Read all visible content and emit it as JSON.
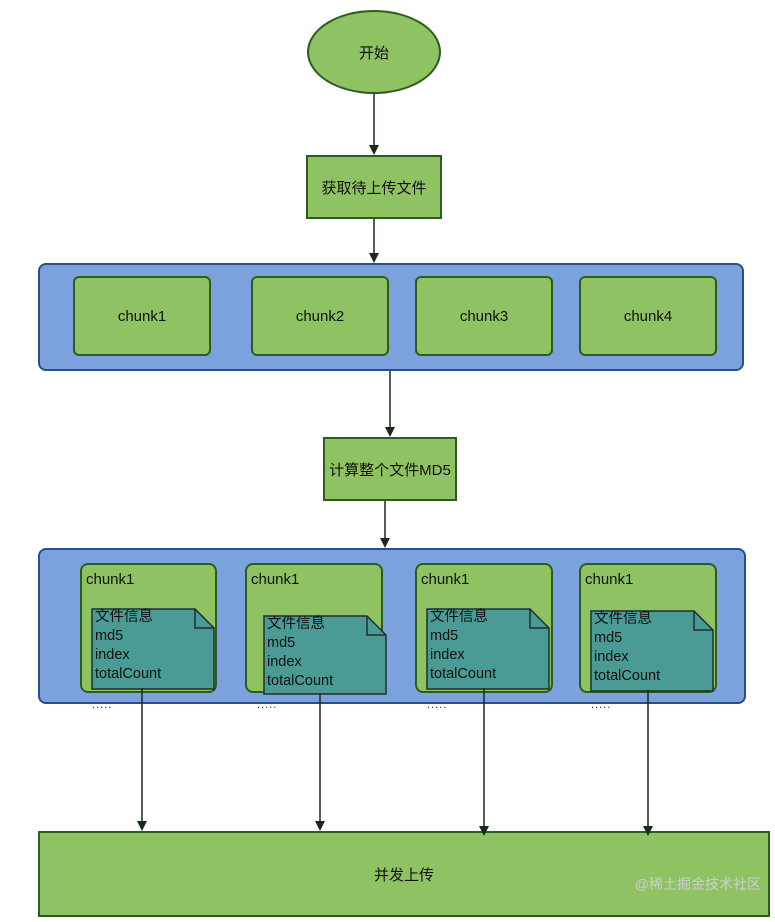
{
  "nodes": {
    "start": "开始",
    "get_file": "获取待上传文件",
    "chunks": [
      "chunk1",
      "chunk2",
      "chunk3",
      "chunk4"
    ],
    "compute_md5": "计算整个文件MD5",
    "annotated_chunks": [
      {
        "label": "chunk1",
        "info": [
          "文件信息",
          "md5",
          "index",
          "totalCount"
        ],
        "ellipsis": "....."
      },
      {
        "label": "chunk1",
        "info": [
          "文件信息",
          "md5",
          "index",
          "totalCount"
        ],
        "ellipsis": "....."
      },
      {
        "label": "chunk1",
        "info": [
          "文件信息",
          "md5",
          "index",
          "totalCount"
        ],
        "ellipsis": "....."
      },
      {
        "label": "chunk1",
        "info": [
          "文件信息",
          "md5",
          "index",
          "totalCount"
        ],
        "ellipsis": "....."
      }
    ],
    "upload": "并发上传"
  },
  "watermark": "@稀土掘金技术社区",
  "colors": {
    "node_fill": "#8fc262",
    "node_border": "#2d5c1f",
    "group_fill": "#7ba2dd",
    "group_border": "#2a4e86",
    "doc_fill": "#4a9a95",
    "arrow": "#1a2a1a"
  }
}
